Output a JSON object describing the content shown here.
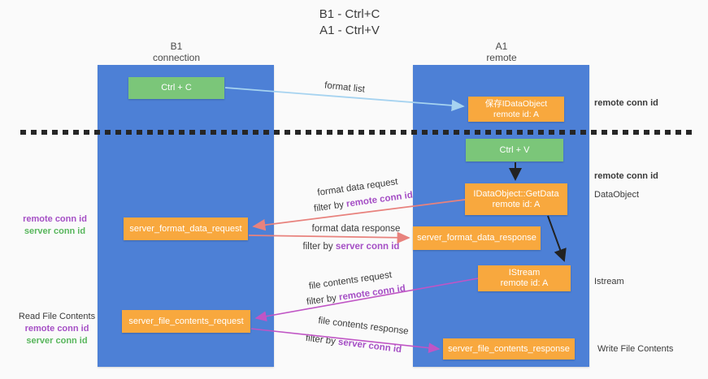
{
  "title": {
    "line1": "B1 - Ctrl+C",
    "line2": "A1 - Ctrl+V"
  },
  "columns": {
    "left": {
      "line1": "B1",
      "line2": "connection"
    },
    "right": {
      "line1": "A1",
      "line2": "remote"
    }
  },
  "nodes": {
    "ctrl_c": "Ctrl + C",
    "ctrl_v": "Ctrl + V",
    "save_idataobject_line1": "保存IDataObject",
    "save_idataobject_line2": "remote id: A",
    "getdata_line1": "IDataObject::GetData",
    "getdata_line2": "remote id: A",
    "istream_line1": "IStream",
    "istream_line2": "remote id: A",
    "server_format_data_request": "server_format_data_request",
    "server_format_data_response": "server_format_data_response",
    "server_file_contents_request": "server_file_contents_request",
    "server_file_contents_response": "server_file_contents_response"
  },
  "labels": {
    "format_list": "format list",
    "format_data_request": "format data request",
    "format_data_response": "format data response",
    "file_contents_request": "file contents request",
    "file_contents_response": "file contents response",
    "filter_by": "filter by",
    "remote_conn_id": "remote conn id",
    "server_conn_id": "server conn id"
  },
  "side_labels": {
    "read_file_contents": "Read File Contents",
    "write_file_contents": "Write File Contents",
    "dataobject": "DataObject",
    "istream": "Istream"
  },
  "colors": {
    "column-blue": "#4d80d6",
    "box-green": "#7bc679",
    "box-orange": "#f8a83e",
    "arrow-lightblue": "#a6d3f0",
    "arrow-salmon": "#e8827d",
    "arrow-magenta": "#c055c5",
    "text-purple": "#a54fc5",
    "text-green": "#58b65c",
    "dash-color": "#262626",
    "bg": "#fafafa"
  }
}
